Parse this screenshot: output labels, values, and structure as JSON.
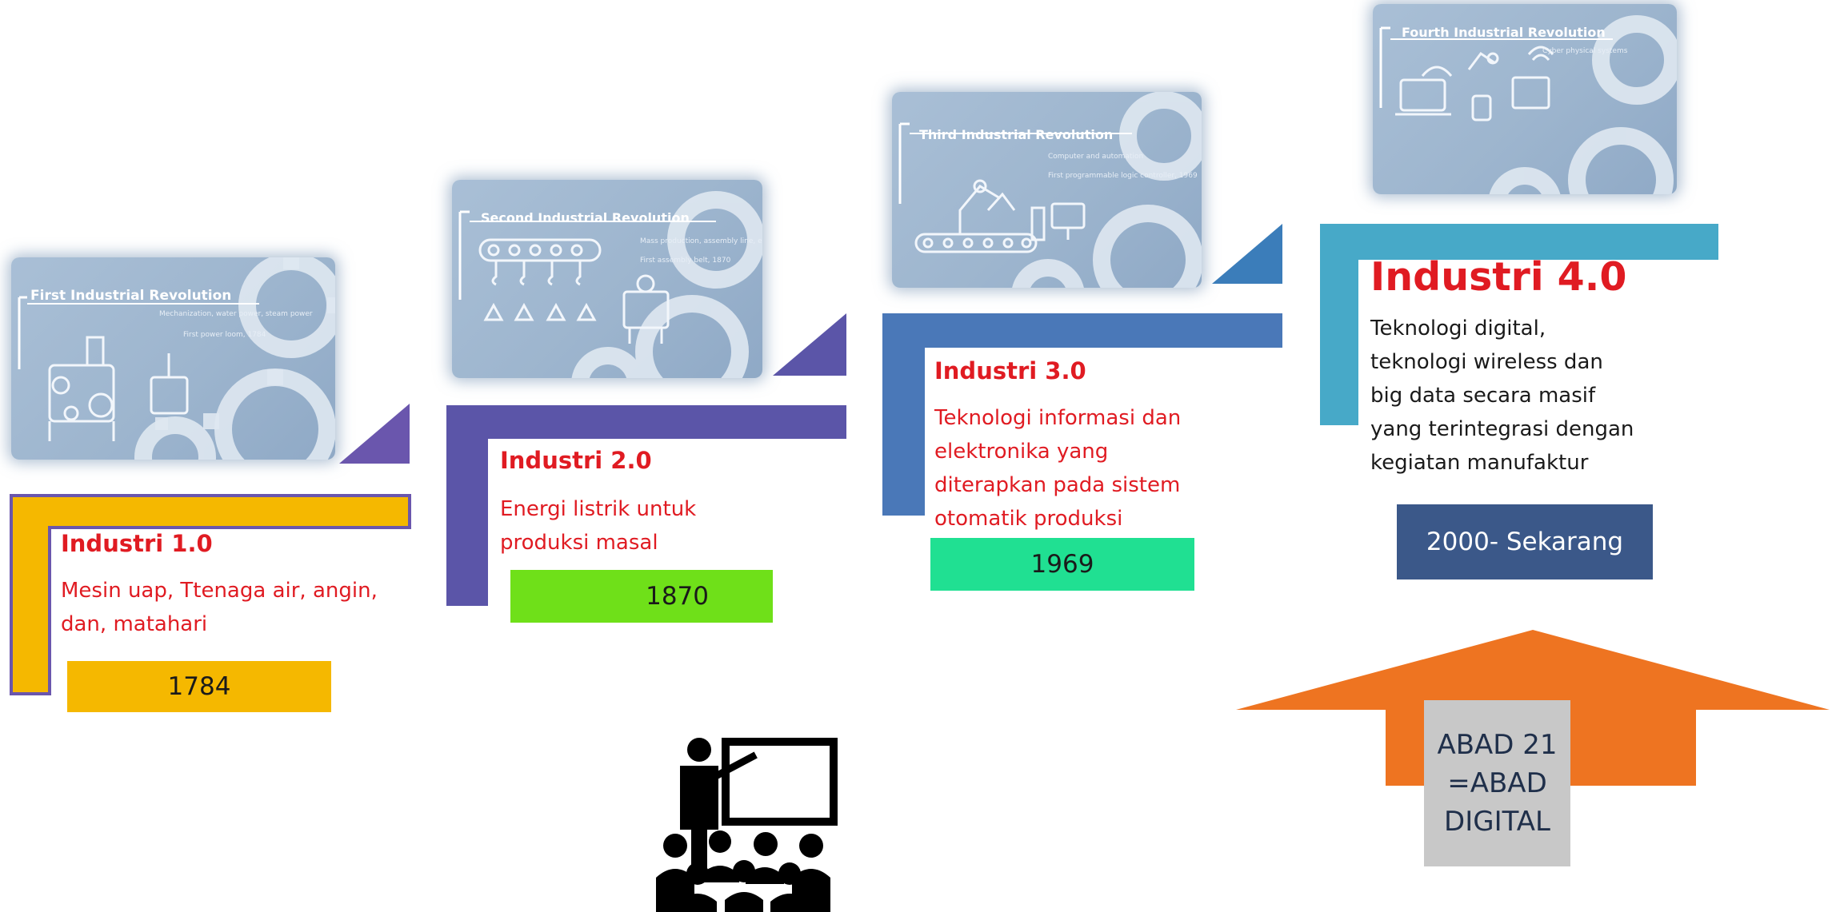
{
  "stages": [
    {
      "slide_title": "First Industrial Revolution",
      "slide_subtitle": "Mechanization, water power, steam power",
      "slide_note": "First power loom, 1784",
      "heading": "Industri 1.0",
      "description_lines": [
        "Mesin uap, Ttenaga air, angin,",
        "dan, matahari"
      ],
      "year": "1784",
      "step_color": "#f5b800",
      "year_color": "#f5b800",
      "accent_color": "#6a56ad"
    },
    {
      "slide_title": "Second Industrial Revolution",
      "slide_subtitle": "Mass production, assembly line, electricity",
      "slide_note": "First assembly belt, 1870",
      "heading": "Industri 2.0",
      "description_lines": [
        "Energi listrik untuk",
        "produksi masal"
      ],
      "year": "1870",
      "step_color": "#5b55a8",
      "year_color": "#6fe019"
    },
    {
      "slide_title": "Third Industrial Revolution",
      "slide_subtitle": "Computer and automation",
      "slide_note": "First programmable logic controller, 1969",
      "heading": "Industri 3.0",
      "description_lines": [
        "Teknologi informasi dan",
        "elektronika yang",
        "diterapkan pada sistem",
        "otomatik produksi"
      ],
      "year": "1969",
      "step_color": "#4a78b8",
      "year_color": "#20e092"
    },
    {
      "slide_title": "Fourth Industrial Revolution",
      "slide_subtitle": "Cyber physical systems",
      "slide_note": "",
      "heading": "Industri 4.0",
      "description_lines": [
        "Teknologi digital,",
        "teknologi wireless dan",
        "big data secara masif",
        "yang terintegrasi dengan",
        "kegiatan manufaktur"
      ],
      "year": "2000- Sekarang",
      "step_color": "#47a9c8",
      "year_color": "#3b5889"
    }
  ],
  "century_box": {
    "lines": [
      "ABAD 21",
      "=ABAD",
      "DIGITAL"
    ],
    "arrow_color": "#ee7421",
    "box_color": "#c8c8c8"
  },
  "icons": {
    "classroom": "teacher-presentation-icon"
  },
  "colors": {
    "heading_red": "#e01b22",
    "description_black": "#1a1a1a"
  }
}
